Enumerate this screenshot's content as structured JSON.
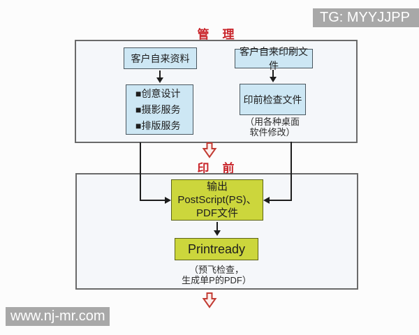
{
  "badge": {
    "text": "TG: MYYJJPP"
  },
  "watermark": {
    "text": "www.nj-mr.com"
  },
  "colors": {
    "section_title_red": "#c9252b",
    "node_blue": "#cde7f4",
    "node_yellow": "#ccd63c",
    "badge_gray": "#a8a8a8",
    "connector_black": "#1d1d1d"
  },
  "sections": {
    "management": {
      "title": "管　理",
      "left": {
        "source": "客户自来资料",
        "services": [
          "■创意设计",
          "■摄影服务",
          "■排版服务"
        ]
      },
      "right": {
        "source": "客户自来印刷文件",
        "check": "印前检查文件",
        "note_line1": "（用各种桌面",
        "note_line2": "软件修改）"
      }
    },
    "prepress": {
      "title": "印　前",
      "output_line1": "输出 PostScript(PS)、",
      "output_line2": "PDF文件",
      "printready": "Printready",
      "note_line1": "（预飞检查，",
      "note_line2": "生成单P的PDF）"
    }
  }
}
